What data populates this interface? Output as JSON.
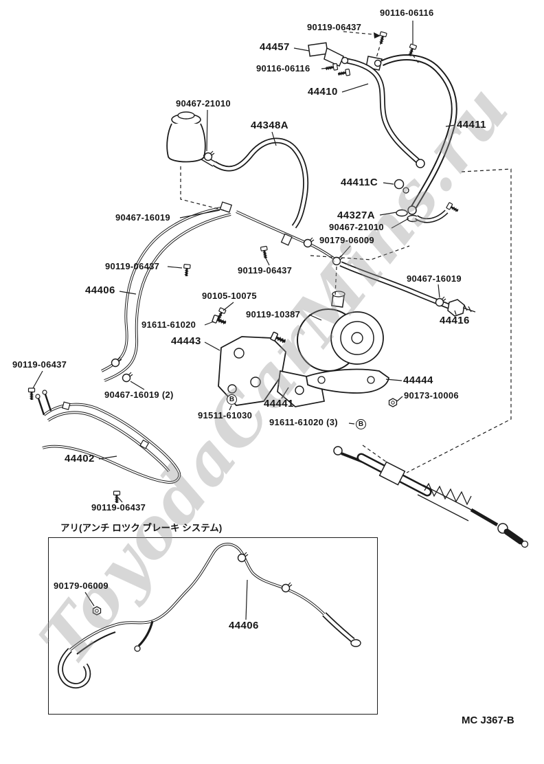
{
  "page": {
    "background": "#ffffff",
    "ink": "#1b1b1b",
    "watermark": "ToyodaCarMins.ru",
    "footer_code": "MC J367-B"
  },
  "inset": {
    "caption": "アリ(アンチ ロツク ブレーキ システム)"
  },
  "markers": {
    "circled_b": "B"
  },
  "labels": [
    {
      "text": "90116-06116"
    },
    {
      "text": "90119-06437"
    },
    {
      "text": "44457"
    },
    {
      "text": "90116-06116"
    },
    {
      "text": "44410"
    },
    {
      "text": "90467-21010"
    },
    {
      "text": "44348A"
    },
    {
      "text": "44411"
    },
    {
      "text": "44411C"
    },
    {
      "text": "44327A"
    },
    {
      "text": "90467-21010"
    },
    {
      "text": "90467-16019"
    },
    {
      "text": "90179-06009"
    },
    {
      "text": "90119-06437"
    },
    {
      "text": "90119-06437"
    },
    {
      "text": "44406"
    },
    {
      "text": "90105-10075"
    },
    {
      "text": "90467-16019"
    },
    {
      "text": "44416"
    },
    {
      "text": "91611-61020"
    },
    {
      "text": "90119-10387"
    },
    {
      "text": "44443"
    },
    {
      "text": "90119-06437"
    },
    {
      "text": "90467-16019 (2)"
    },
    {
      "text": "44444"
    },
    {
      "text": "90173-10006"
    },
    {
      "text": "44441"
    },
    {
      "text": "91511-61030"
    },
    {
      "text": "91611-61020 (3)"
    },
    {
      "text": "44402"
    },
    {
      "text": "90119-06437"
    },
    {
      "text": "90179-06009"
    },
    {
      "text": "44406"
    }
  ]
}
